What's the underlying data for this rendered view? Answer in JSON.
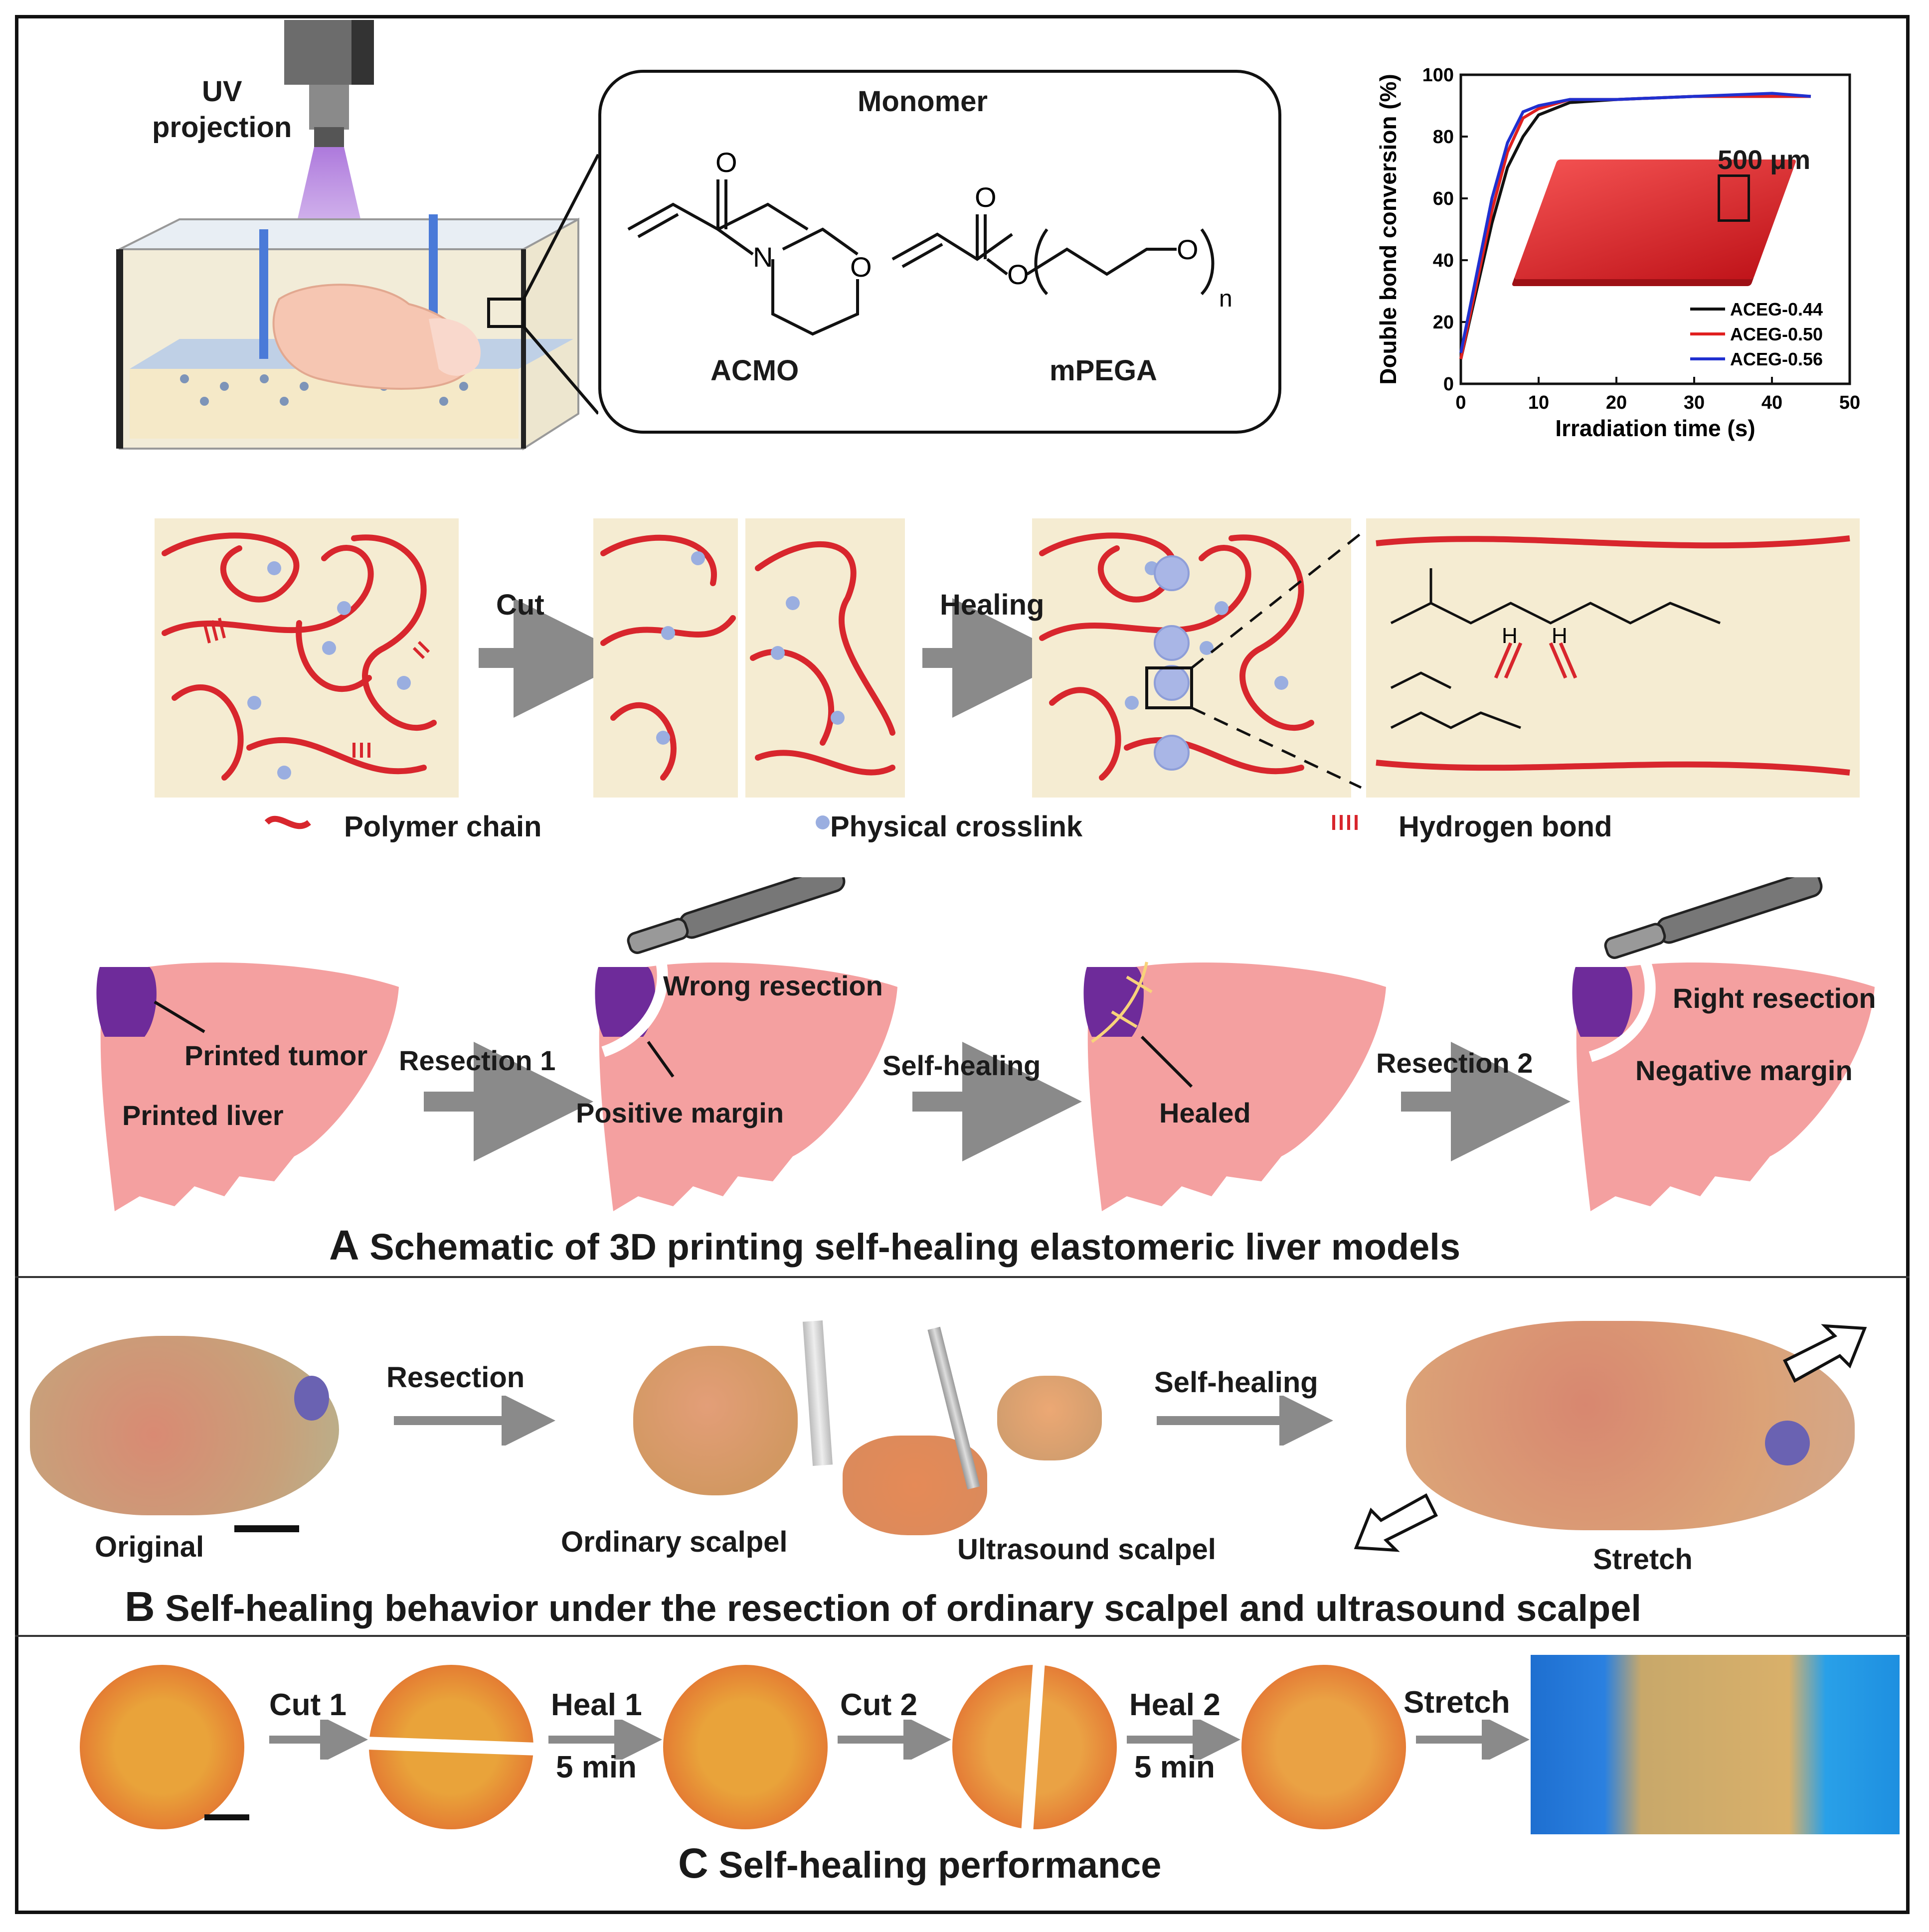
{
  "panel_a": {
    "uv_label_1": "UV",
    "uv_label_2": "projection",
    "monomer_title": "Monomer",
    "monomer_1": "ACMO",
    "monomer_2": "mPEGA",
    "mol_O": "O",
    "mol_N": "N",
    "mol_n": "n",
    "chart_scale_label": "500 μm",
    "cut_label": "Cut",
    "healing_label": "Healing",
    "legend_polymer": "Polymer chain",
    "legend_crosslink": "Physical crosslink",
    "legend_hbond": "Hydrogen bond",
    "hb_H": "H",
    "printed_tumor": "Printed tumor",
    "printed_liver": "Printed liver",
    "resection_1": "Resection 1",
    "wrong_resection": "Wrong resection",
    "positive_margin": "Positive margin",
    "self_healing": "Self-healing",
    "healed": "Healed",
    "resection_2": "Resection 2",
    "right_resection": "Right resection",
    "negative_margin": "Negative margin",
    "caption_letter": "A",
    "caption": "Schematic of 3D printing self-healing elastomeric liver models"
  },
  "panel_b": {
    "resection": "Resection",
    "self_healing": "Self-healing",
    "original": "Original",
    "ordinary_scalpel": "Ordinary scalpel",
    "ultrasound_scalpel": "Ultrasound scalpel",
    "stretch": "Stretch",
    "caption_letter": "B",
    "caption": "Self-healing behavior under the resection of ordinary scalpel and ultrasound scalpel"
  },
  "panel_c": {
    "cut_1": "Cut 1",
    "heal_1": "Heal 1",
    "heal_1_time": "5 min",
    "cut_2": "Cut 2",
    "heal_2": "Heal 2",
    "heal_2_time": "5 min",
    "stretch": "Stretch",
    "caption_letter": "C",
    "caption": "Self-healing performance"
  },
  "colors": {
    "chain_red": "#d8262d",
    "crosslink_blue": "#9aaee0",
    "beige": "#f5ecd2",
    "liver_pink": "#f4a0a0",
    "tumor_purple": "#6e2b9a",
    "arrow_gray": "#8a8a8a"
  },
  "chart_data": {
    "type": "line",
    "title": "",
    "xlabel": "Irradiation time (s)",
    "ylabel": "Double bond conversion (%)",
    "xlim": [
      0,
      50
    ],
    "ylim": [
      0,
      100
    ],
    "xticks": [
      "0",
      "10",
      "20",
      "30",
      "40",
      "50"
    ],
    "yticks": [
      "0",
      "20",
      "40",
      "60",
      "80",
      "100"
    ],
    "legend_position": "bottom-right",
    "series": [
      {
        "name": "ACEG-0.44",
        "color": "#111111",
        "x": [
          0,
          2,
          4,
          6,
          8,
          10,
          14,
          20,
          30,
          40,
          45
        ],
        "y": [
          8,
          30,
          52,
          70,
          80,
          87,
          91,
          92,
          93,
          93,
          93
        ]
      },
      {
        "name": "ACEG-0.50",
        "color": "#e02020",
        "x": [
          0,
          2,
          4,
          6,
          8,
          10,
          14,
          20,
          30,
          40,
          45
        ],
        "y": [
          8,
          32,
          56,
          75,
          86,
          89,
          92,
          92,
          93,
          93,
          93
        ]
      },
      {
        "name": "ACEG-0.56",
        "color": "#2030d0",
        "x": [
          0,
          2,
          4,
          6,
          8,
          10,
          14,
          20,
          30,
          40,
          45
        ],
        "y": [
          10,
          35,
          60,
          78,
          88,
          90,
          92,
          92,
          93,
          94,
          93
        ]
      }
    ]
  }
}
